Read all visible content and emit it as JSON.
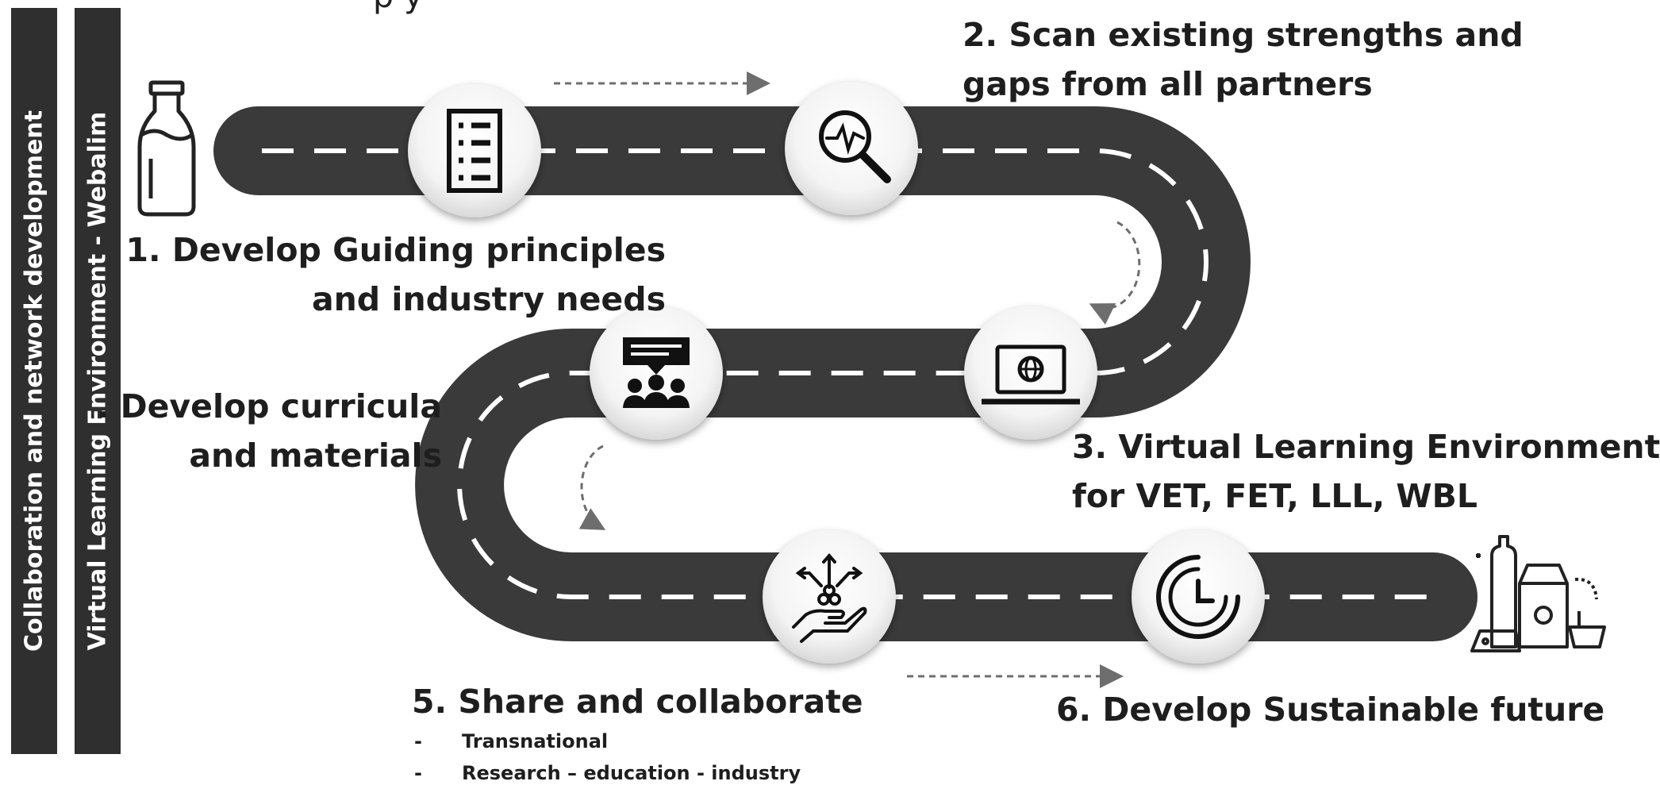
{
  "top_partial_text": "p              y",
  "sidebars": [
    {
      "text": "Collaboration and network development"
    },
    {
      "text": "Virtual Learning Environment - Webalim"
    }
  ],
  "steps": [
    {
      "line1": "1. Develop Guiding principles",
      "line2": "and industry needs",
      "icon": "checklist-icon"
    },
    {
      "line1": "2. Scan existing strengths and",
      "line2": "gaps from all partners",
      "icon": "magnifier-pulse-icon"
    },
    {
      "line1": "3. Virtual Learning Environment",
      "line2": "for VET, FET, LLL, WBL",
      "icon": "laptop-globe-icon"
    },
    {
      "line1": ". Develop curricula",
      "line2": "and materials",
      "icon": "presentation-group-icon"
    },
    {
      "line1": "5. Share and collaborate",
      "icon": "sharing-hand-icon",
      "bullets": [
        {
          "dash": "-",
          "text": "Transnational"
        },
        {
          "dash": "-",
          "text": "Research – education - industry"
        }
      ]
    },
    {
      "line1": "6. Develop Sustainable future",
      "icon": "clock-icon"
    }
  ],
  "start_icon": "milk-bottle-icon",
  "end_icon": "dairy-products-icon",
  "colors": {
    "road": "#3a3a3a",
    "road_marking": "#ffffff",
    "text": "#1e1e1e",
    "sidebar": "#2f2f2f",
    "arrow": "#6e6e6e"
  }
}
